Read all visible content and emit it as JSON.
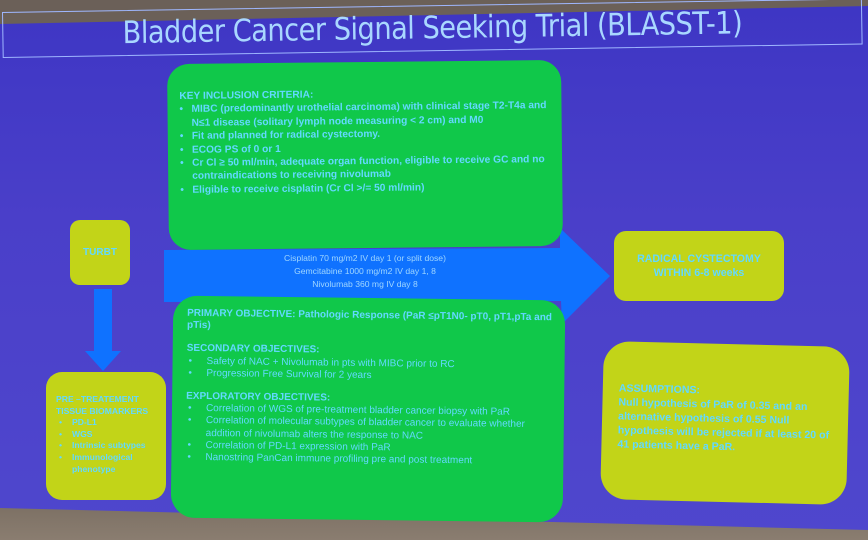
{
  "title": "Bladder Cancer Signal Seeking Trial (BLASST-1)",
  "colors": {
    "background": "#4a3fc9",
    "green_box": "#10c84a",
    "lime_box": "#c2d418",
    "arrow": "#0f72ff",
    "text": "#63d9ff"
  },
  "turbt": {
    "label": "TURBT"
  },
  "inclusion": {
    "heading": "KEY INCLUSION CRITERIA:",
    "items": [
      "MIBC (predominantly urothelial carcinoma) with clinical stage T2-T4a and N≤1 disease (solitary lymph node measuring < 2 cm) and M0",
      "Fit and planned for radical cystectomy.",
      "ECOG PS of 0 or 1",
      "Cr Cl ≥ 50 ml/min, adequate organ function, eligible to receive GC and no contraindications to receiving nivolumab",
      "Eligible to receive cisplatin (Cr Cl >/= 50 ml/min)"
    ]
  },
  "treatment": {
    "lines": [
      "Cisplatin 70 mg/m2 IV day 1 (or split dose)",
      "Gemcitabine 1000 mg/m2 IV day 1, 8",
      "Nivolumab 360 mg IV day 8"
    ]
  },
  "radical": {
    "line1": "RADICAL CYSTECTOMY",
    "line2": "WITHIN  6-8 weeks"
  },
  "biomarkers": {
    "heading_line1": "PRE –TREATEMENT",
    "heading_line2": "TISSUE BIOMARKERS",
    "items": [
      "PD-L1",
      "WGS",
      "Intrinsic subtypes",
      "Immunological phenotype"
    ]
  },
  "objectives": {
    "primary_label": "PRIMARY OBJECTIVE:",
    "primary_text": "Pathologic Response (PaR ≤pT1N0- pT0, pT1,pTa and pTis)",
    "secondary_heading": "SECONDARY OBJECTIVES:",
    "secondary_items": [
      "Safety of NAC + Nivolumab in pts with MIBC prior to RC",
      "Progression Free Survival for 2 years"
    ],
    "exploratory_heading": "EXPLORATORY OBJECTIVES:",
    "exploratory_items": [
      "Correlation of WGS of pre-treatment bladder cancer biopsy with PaR",
      "Correlation of molecular subtypes of bladder cancer  to evaluate whether addition of nivolumab alters the response to NAC",
      "Correlation of PD-L1 expression with PaR",
      "Nanostring PanCan immune profiling pre and post treatment"
    ]
  },
  "assumptions": {
    "heading": "ASSUMPTIONS:",
    "text": "Null hypothesis of PaR of 0.35 and an alternative hypothesis of 0.55 Null hypothesis will be rejected if at least 20 of 41 patients have a PaR."
  }
}
